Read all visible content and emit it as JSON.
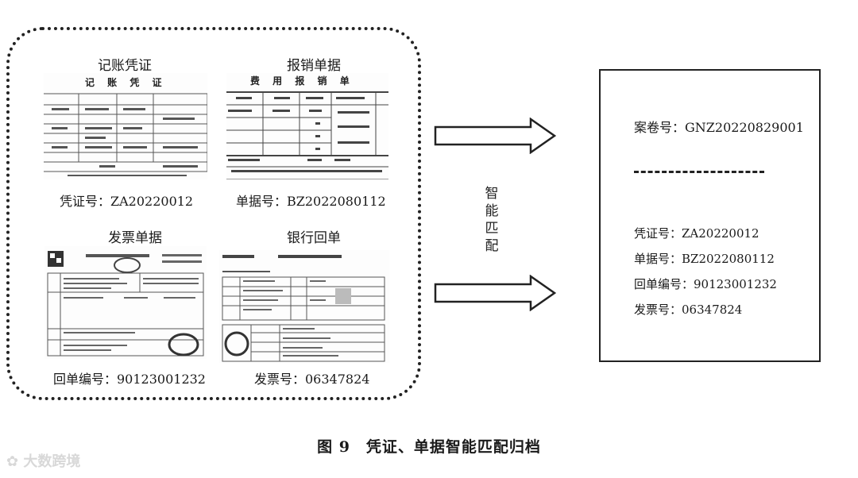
{
  "documents": {
    "voucher": {
      "label": "记账凭证",
      "title": "记 账 凭 证",
      "number": "凭证号：ZA20220012"
    },
    "reimbursement": {
      "label": "报销单据",
      "title": "费 用 报 销 单",
      "number": "单据号：BZ2022080112"
    },
    "invoice": {
      "label": "发票单据",
      "number": "回单编号：90123001232"
    },
    "bank_receipt": {
      "label": "银行回单",
      "number": "发票号：06347824"
    }
  },
  "match_label": "智能匹配",
  "result": {
    "case_number": "案卷号：GNZ20220829001",
    "lines": [
      "凭证号：ZA20220012",
      "单据号：BZ2022080112",
      "回单编号：90123001232",
      "发票号：06347824"
    ]
  },
  "caption": "图 9　凭证、单据智能匹配归档",
  "watermark": "大数跨境"
}
